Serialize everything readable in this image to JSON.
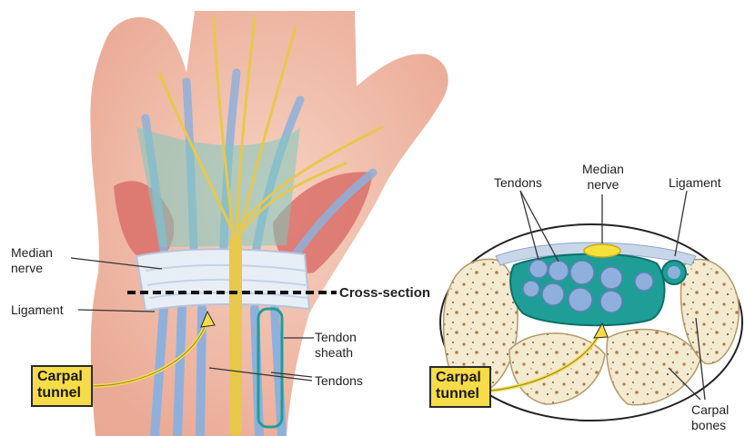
{
  "hand_view": {
    "labels": {
      "median_nerve": "Median\nnerve",
      "ligament": "Ligament",
      "cross_section": "Cross-section",
      "tendon_sheath": "Tendon\nsheath",
      "tendons": "Tendons"
    },
    "callout": "Carpal\ntunnel"
  },
  "cross_section_view": {
    "labels": {
      "tendons": "Tendons",
      "median_nerve": "Median\nnerve",
      "ligament": "Ligament",
      "carpal_bones": "Carpal\nbones"
    },
    "callout": "Carpal\ntunnel"
  },
  "colors": {
    "callout_fill": "#f6dc48",
    "nerve": "#e8c84a",
    "tendon": "#8fb0dc",
    "sheath": "#1e9e97",
    "muscle": "#d9706a",
    "skin": "#f3c4b2",
    "bone": "#f3ead0"
  }
}
